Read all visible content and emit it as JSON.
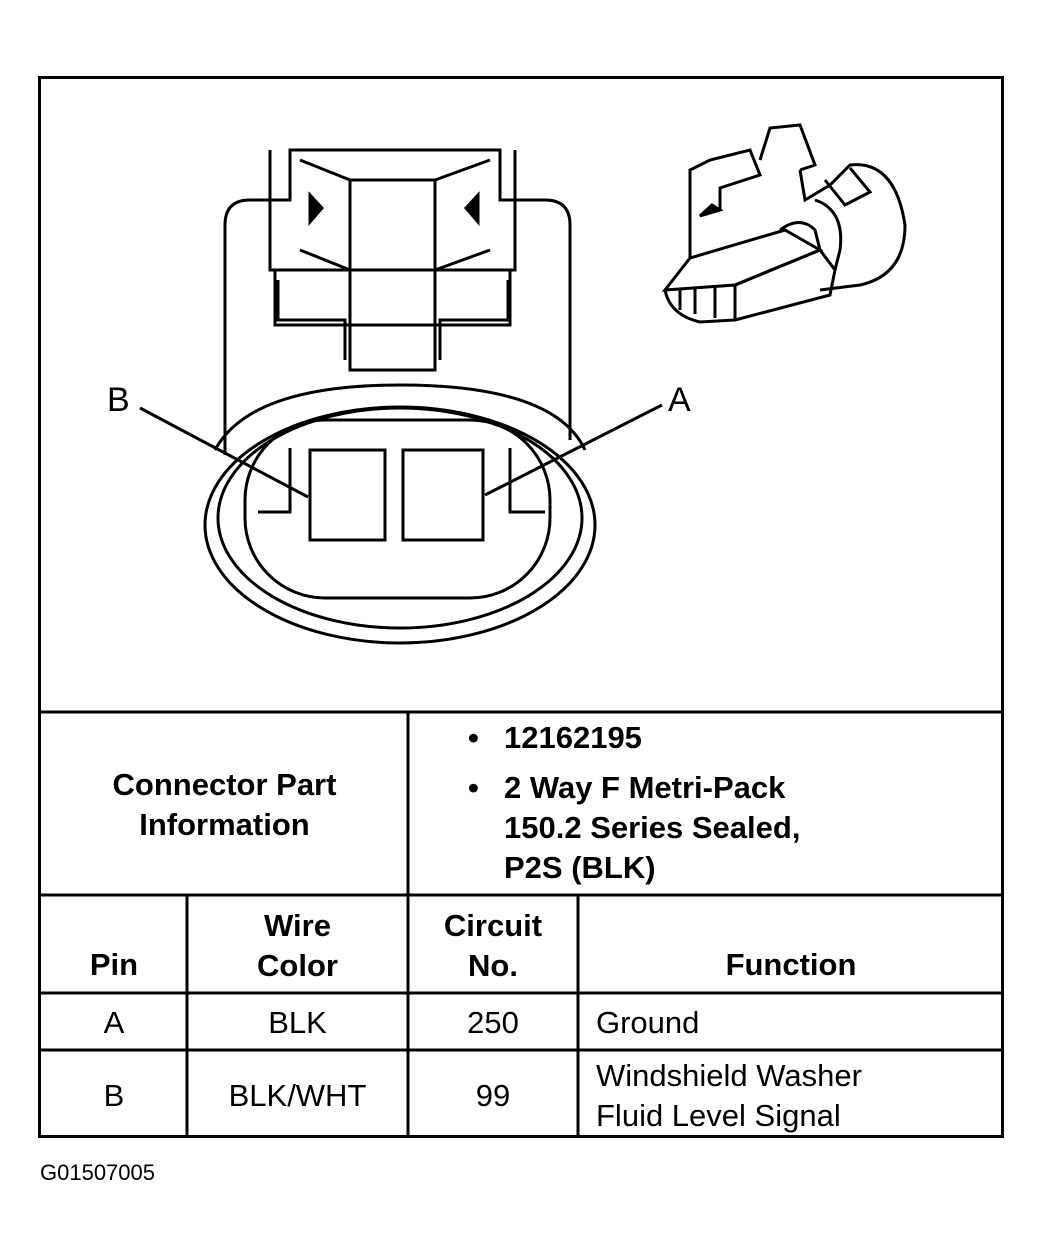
{
  "callouts": {
    "a": "A",
    "b": "B"
  },
  "part_info": {
    "label_line1": "Connector Part",
    "label_line2": "Information",
    "bullet1": "12162195",
    "bullet2_line1": "2 Way F Metri-Pack",
    "bullet2_line2": "150.2 Series Sealed,",
    "bullet2_line3": "P2S (BLK)"
  },
  "table": {
    "headers": {
      "pin": "Pin",
      "wire_color_line1": "Wire",
      "wire_color_line2": "Color",
      "circuit_line1": "Circuit",
      "circuit_line2": "No.",
      "function": "Function"
    },
    "rows": [
      {
        "pin": "A",
        "wire_color": "BLK",
        "circuit": "250",
        "function_line1": "Ground",
        "function_line2": ""
      },
      {
        "pin": "B",
        "wire_color": "BLK/WHT",
        "circuit": "99",
        "function_line1": "Windshield Washer",
        "function_line2": "Fluid Level Signal"
      }
    ]
  },
  "figure_code": "G01507005"
}
